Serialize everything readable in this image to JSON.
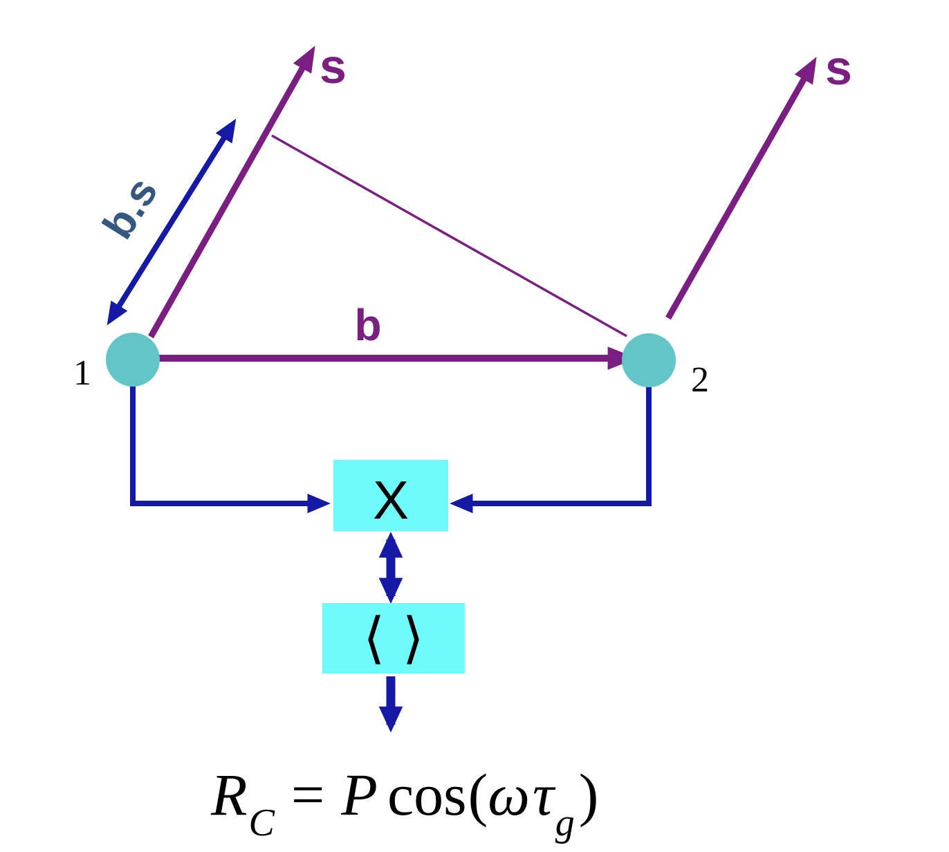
{
  "colors": {
    "purple": "#7A1E82",
    "navy": "#151AA5",
    "steel": "#34587F",
    "teal": "#62C5C8",
    "cyan": "#6FFAFC",
    "black": "#000000"
  },
  "diagram": {
    "antenna1": {
      "label": "1"
    },
    "antenna2": {
      "label": "2"
    },
    "source_left": {
      "label": "s"
    },
    "source_right": {
      "label": "s"
    },
    "baseline": {
      "label": "b"
    },
    "projection": {
      "label": "b.s"
    },
    "multiplier": {
      "label": "X"
    },
    "averager": {
      "label": "⟨ ⟩"
    },
    "equation": {
      "lhs": "R",
      "lhs_sub": "C",
      "equals": "=",
      "amplitude": "P",
      "cos": "cos",
      "open_paren": "(",
      "omega": "ω",
      "tau": "τ",
      "tau_sub": "g",
      "close_paren": ")"
    }
  }
}
